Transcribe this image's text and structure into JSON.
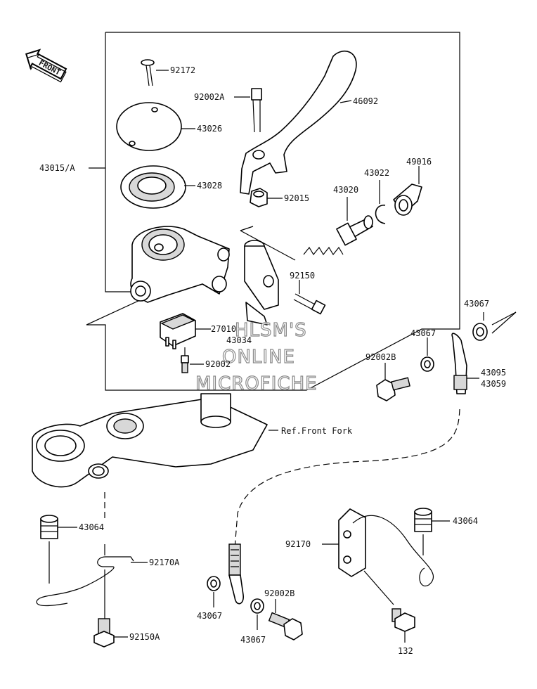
{
  "front_badge": "FRONT",
  "watermark": {
    "line1": "HLSM'S",
    "line2": "ONLINE",
    "line3": "MICROFICHE"
  },
  "labels": {
    "p92172": "92172",
    "p92002A": "92002A",
    "p46092": "46092",
    "p43026": "43026",
    "p43015A": "43015/A",
    "p43028": "43028",
    "p92015": "92015",
    "p43022": "43022",
    "p49016": "49016",
    "p43020": "43020",
    "p92150": "92150",
    "p27010": "27010",
    "p43034": "43034",
    "p92002": "92002",
    "p43067a": "43067",
    "p43067b": "43067",
    "p92002B_top": "92002B",
    "p43095": "43095",
    "p43059": "43059",
    "ref_front_fork": "Ref.Front Fork",
    "p43064_left": "43064",
    "p92170A": "92170A",
    "p92150A": "92150A",
    "p92170": "92170",
    "p43064_right": "43064",
    "p43067c": "43067",
    "p92002B_bottom": "92002B",
    "p43067d": "43067",
    "p132": "132"
  },
  "icons": [
    "front-arrow-icon",
    "screw-icon",
    "bolt-icon",
    "nut-icon",
    "spring-icon",
    "washer-icon",
    "cap-icon",
    "lever-icon",
    "master-cylinder-icon",
    "clamp-icon",
    "switch-icon",
    "brake-hose-icon",
    "bracket-icon",
    "grommet-icon",
    "clip-icon",
    "triple-clamp-icon"
  ]
}
